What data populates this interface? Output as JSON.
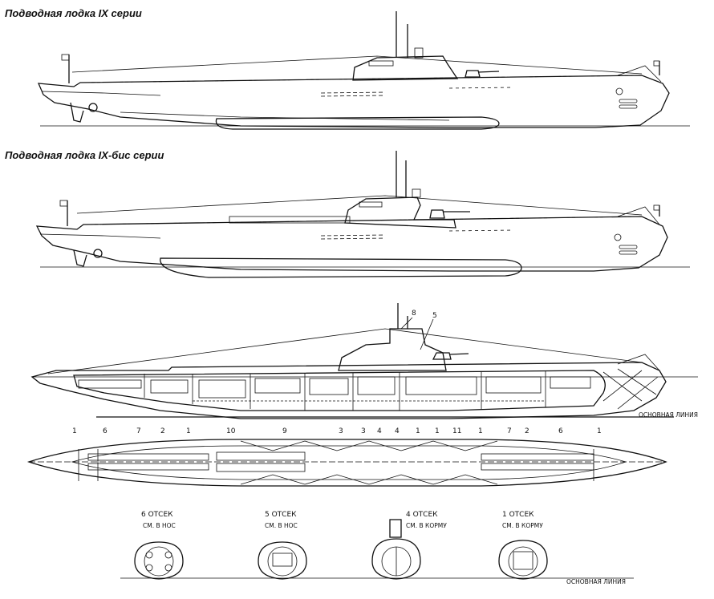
{
  "titles": {
    "series_ix": "Подводная лодка IX серии",
    "series_ix_bis": "Подводная лодка IX-бис серии"
  },
  "baseline_label": "ОСНОВНАЯ  ЛИНИЯ",
  "callout_numbers": {
    "top": [
      "8",
      "5"
    ],
    "side": [
      "1",
      "6",
      "7",
      "2",
      "1",
      "10",
      "9",
      "3",
      "3",
      "4",
      "4",
      "1",
      "1",
      "11",
      "1",
      "7",
      "2",
      "6",
      "1"
    ]
  },
  "sections": [
    {
      "name": "6 ОТСЕК",
      "direction": "СМ. В НОС"
    },
    {
      "name": "5 ОТСЕК",
      "direction": "СМ. В НОС"
    },
    {
      "name": "4 ОТСЕК",
      "direction": "СМ. В КОРМУ"
    },
    {
      "name": "1 ОТСЕК",
      "direction": "СМ. В КОРМУ"
    }
  ],
  "colors": {
    "ink": "#111111",
    "paper": "#ffffff"
  }
}
